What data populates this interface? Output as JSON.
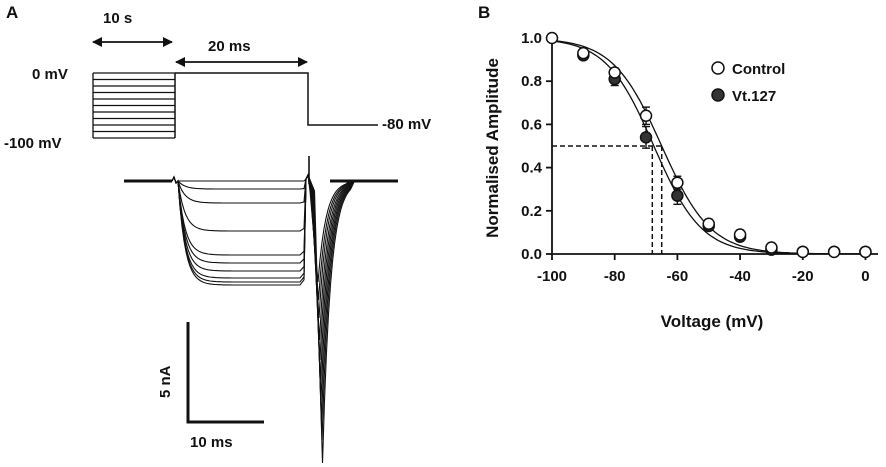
{
  "panel_a": {
    "label": "A",
    "protocol": {
      "label_10s": "10 s",
      "label_20ms": "20 ms",
      "label_0mv": "0 mV",
      "label_m100mv": "-100 mV",
      "label_m80mv": "-80 mV"
    },
    "scale": {
      "current": "5 nA",
      "time": "10 ms"
    }
  },
  "panel_b": {
    "label": "B"
  },
  "chart_data": {
    "type": "scatter",
    "title": "",
    "xlabel": "Voltage (mV)",
    "ylabel": "Normalised Amplitude",
    "xlim": [
      -100,
      4
    ],
    "ylim": [
      0,
      1.0
    ],
    "xticks": [
      "-100",
      "-80",
      "-60",
      "-40",
      "-20",
      "0"
    ],
    "xtick_values": [
      -100,
      -80,
      -60,
      -40,
      -20,
      0
    ],
    "yticks": [
      "0.0",
      "0.2",
      "0.4",
      "0.6",
      "0.8",
      "1.0"
    ],
    "ytick_values": [
      0,
      0.2,
      0.4,
      0.6,
      0.8,
      1.0
    ],
    "grid": false,
    "legend_position": "top-right",
    "half_inactivation": {
      "y": 0.5,
      "x_values": [
        -68,
        -65
      ]
    },
    "series": [
      {
        "name": "Control",
        "marker": "open-circle",
        "color": "#111111",
        "x": [
          -100,
          -90,
          -80,
          -70,
          -60,
          -50,
          -40,
          -30,
          -20,
          -10,
          0
        ],
        "y": [
          1.0,
          0.93,
          0.84,
          0.64,
          0.33,
          0.14,
          0.09,
          0.03,
          0.01,
          0.01,
          0.01
        ],
        "err": [
          0.0,
          0.02,
          0.02,
          0.04,
          0.03,
          0.02,
          0.02,
          0.01,
          0.01,
          0.01,
          0.01
        ],
        "fit_v_half": -65,
        "fit_k": 7.8
      },
      {
        "name": "Vt.127",
        "marker": "filled-circle",
        "color": "#333333",
        "x": [
          -90,
          -80,
          -70,
          -60,
          -50,
          -40,
          -30,
          -20,
          -10,
          0
        ],
        "y": [
          0.92,
          0.81,
          0.54,
          0.27,
          0.13,
          0.08,
          0.02,
          0.01,
          0.01,
          0.01
        ],
        "err": [
          0.02,
          0.03,
          0.05,
          0.04,
          0.02,
          0.02,
          0.01,
          0.01,
          0.01,
          0.01
        ],
        "fit_v_half": -67.5,
        "fit_k": 7.6
      }
    ]
  }
}
